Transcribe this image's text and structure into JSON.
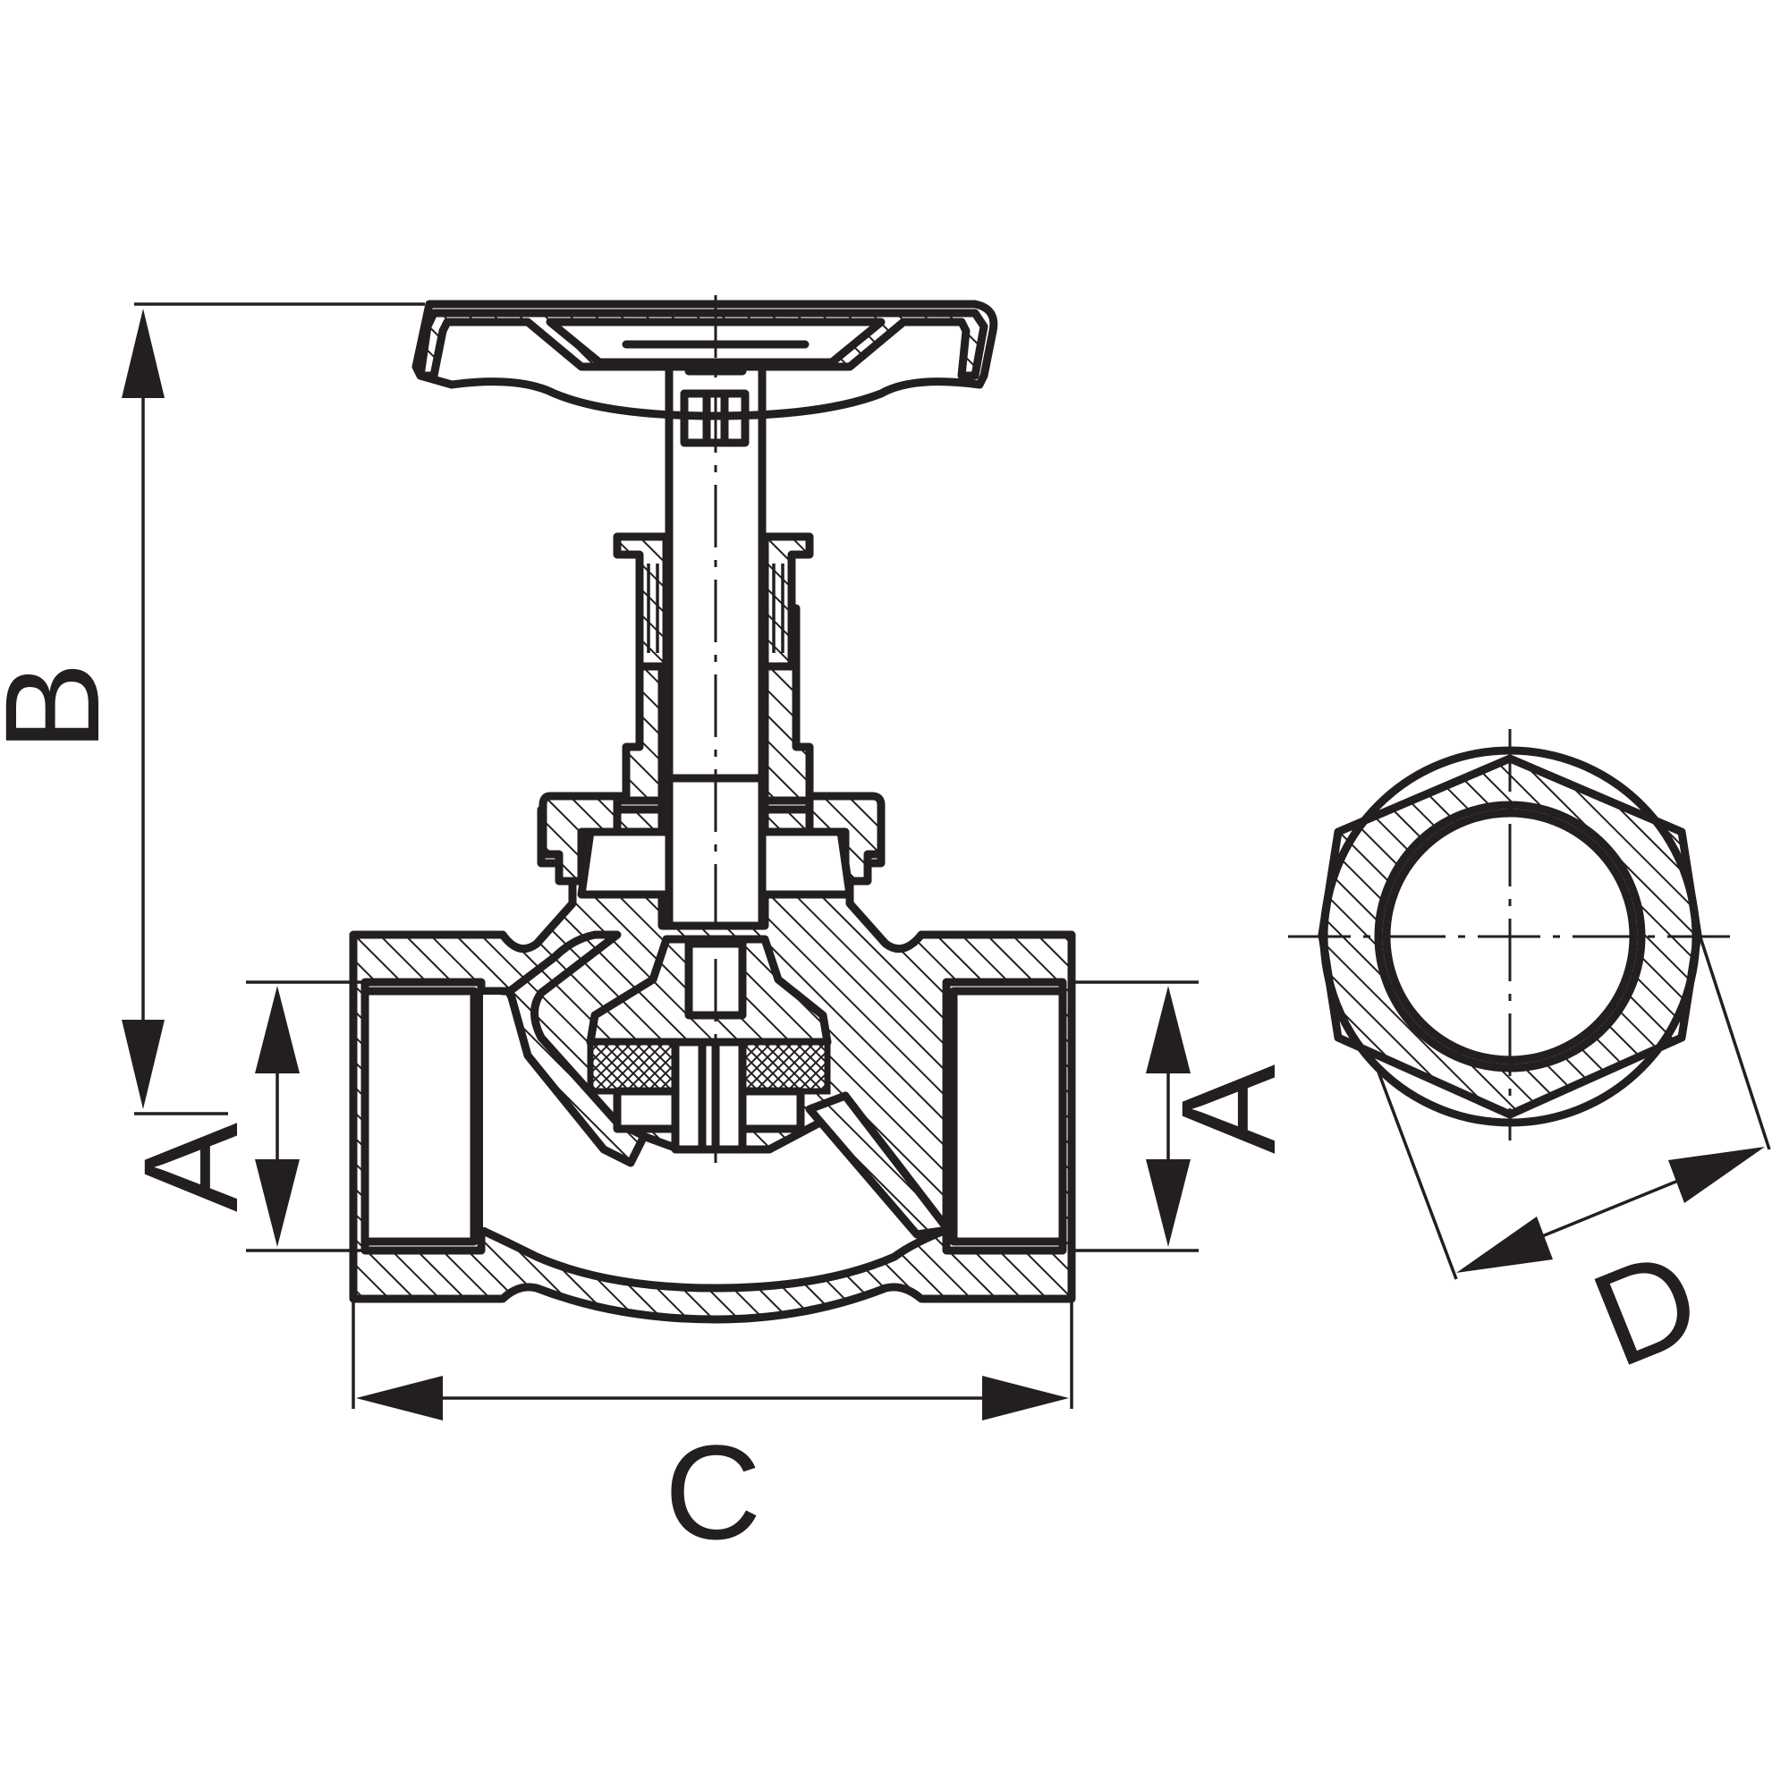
{
  "dimensions": {
    "left_port": "A",
    "right_port": "A",
    "height": "B",
    "length": "C",
    "hex": "D"
  },
  "colors": {
    "line": "#231f20",
    "background": "#ffffff"
  }
}
